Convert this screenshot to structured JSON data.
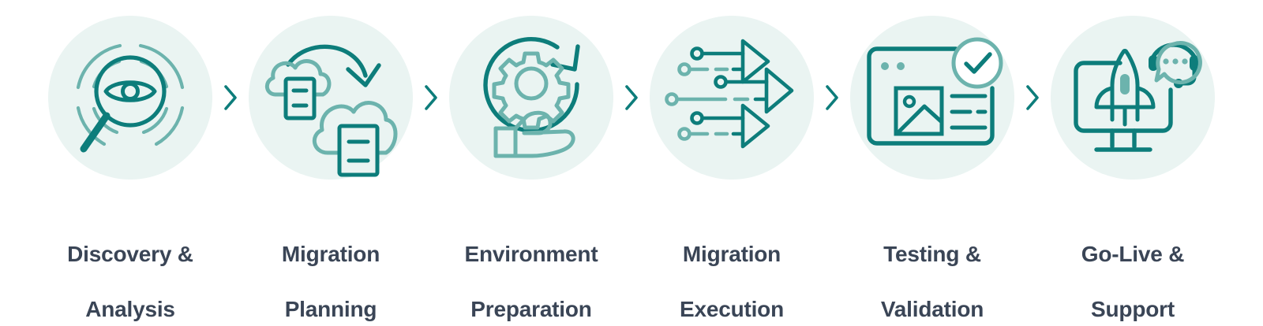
{
  "infographic": {
    "title_present": false,
    "background_color": "#ffffff",
    "circle_background": "#eaf4f2",
    "accent_dark": "#0d7d7b",
    "accent_light": "#6cb3ad",
    "label_color": "#3a4556",
    "separator_color": "#0d7d7b",
    "separator_glyph": "chevron-right"
  },
  "steps": [
    {
      "index": 1,
      "label": "Discovery &\nAnalysis",
      "line1": "Discovery &",
      "line2": "Analysis",
      "icon": "magnifier-eye-scan-icon"
    },
    {
      "index": 2,
      "label": "Migration\nPlanning",
      "line1": "Migration",
      "line2": "Planning",
      "icon": "cloud-to-cloud-server-migration-icon"
    },
    {
      "index": 3,
      "label": "Environment\nPreparation",
      "line1": "Environment",
      "line2": "Preparation",
      "icon": "gear-refresh-hand-icon"
    },
    {
      "index": 4,
      "label": "Migration\nExecution",
      "line1": "Migration",
      "line2": "Execution",
      "icon": "three-arrows-transfer-icon"
    },
    {
      "index": 5,
      "label": "Testing &\nValidation",
      "line1": "Testing &",
      "line2": "Validation",
      "icon": "browser-window-checkmark-icon"
    },
    {
      "index": 6,
      "label": "Go-Live &\nSupport",
      "line1": "Go-Live &",
      "line2": "Support",
      "icon": "rocket-monitor-headset-icon"
    }
  ],
  "separators": [
    {
      "glyph": "›",
      "name": "chevron-right-icon"
    },
    {
      "glyph": "›",
      "name": "chevron-right-icon"
    },
    {
      "glyph": "›",
      "name": "chevron-right-icon"
    },
    {
      "glyph": "›",
      "name": "chevron-right-icon"
    },
    {
      "glyph": "›",
      "name": "chevron-right-icon"
    }
  ]
}
